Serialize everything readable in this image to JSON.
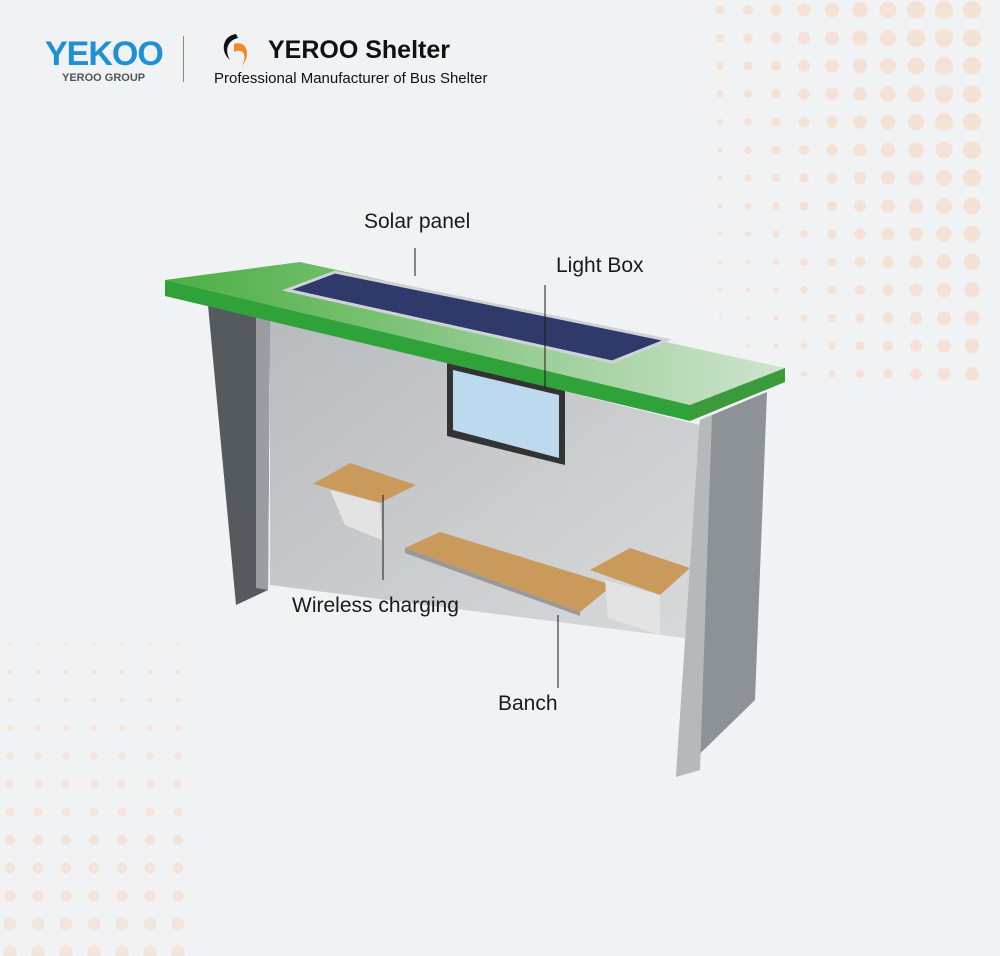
{
  "header": {
    "logo_text": "YEKOO",
    "logo_sub": "YEROO GROUP",
    "brand": "YEROO Shelter",
    "tagline": "Professional Manufacturer of Bus Shelter"
  },
  "labels": {
    "solar": "Solar panel",
    "lightbox": "Light Box",
    "wireless": "Wireless charging",
    "bench": "Banch"
  },
  "colors": {
    "roof": "#2fa33a",
    "background": "#f1f2f3",
    "dots": "#f3d9c8"
  }
}
